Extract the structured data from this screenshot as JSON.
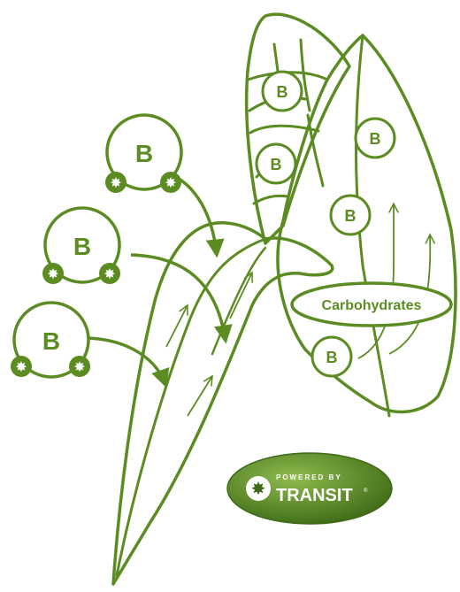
{
  "colors": {
    "green": "#5b8c22",
    "badge_dark": "#3e6a16",
    "badge_light": "#7dab3c"
  },
  "boron_label": "B",
  "carbohydrates_label": "Carbohydrates",
  "badge": {
    "top": "POWERED BY",
    "main": "TRANSIT",
    "reg": "®"
  }
}
